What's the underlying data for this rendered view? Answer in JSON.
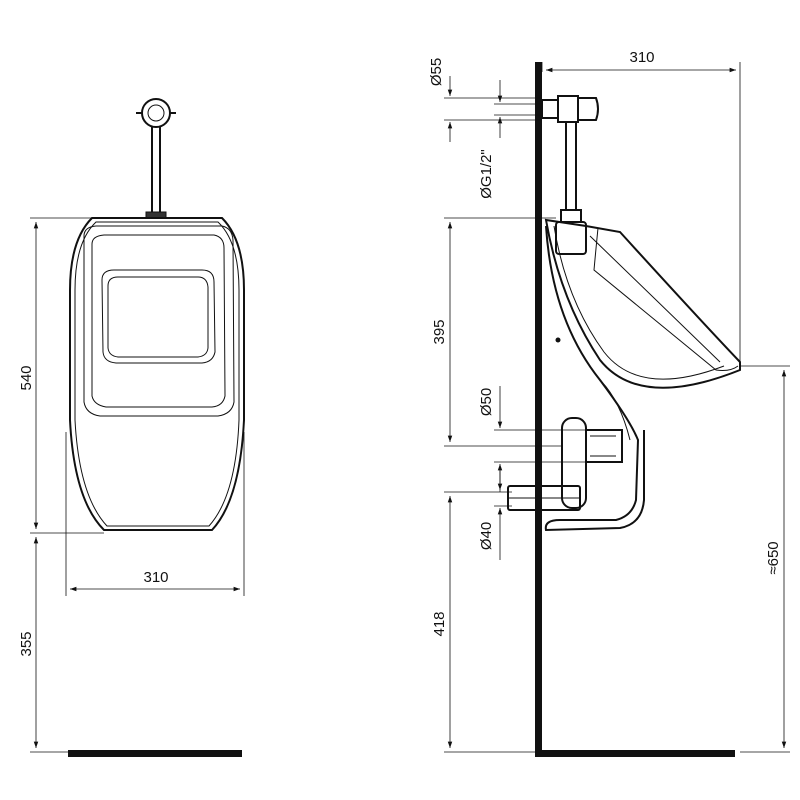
{
  "front_view": {
    "height_label": "540",
    "width_label": "310",
    "floor_height_label": "355"
  },
  "side_view": {
    "depth_label": "310",
    "inlet_diameter_label": "Ø55",
    "thread_label": "ØG1/2\"",
    "inlet_to_outlet_label": "395",
    "outlet_diameter_label": "Ø50",
    "waste_diameter_label": "Ø40",
    "waste_height_label": "418",
    "rim_height_label": "≈650"
  }
}
